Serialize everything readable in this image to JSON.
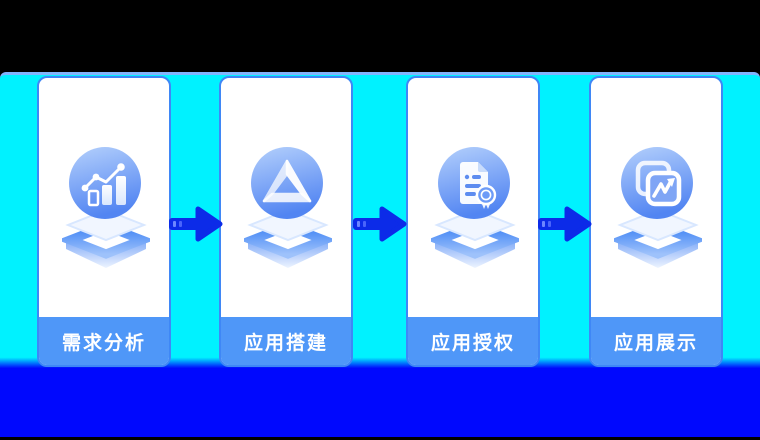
{
  "diagram_title": "",
  "steps": [
    {
      "label": "需求分析",
      "icon": "trend-chart-icon"
    },
    {
      "label": "应用搭建",
      "icon": "drive-triangle-icon"
    },
    {
      "label": "应用授权",
      "icon": "certificate-doc-icon"
    },
    {
      "label": "应用展示",
      "icon": "app-window-icon"
    }
  ],
  "arrow": {
    "direction": "right",
    "count": 3
  },
  "colors": {
    "canvas_black": "#000000",
    "band_cyan": "#00F2FF",
    "band_bottom_blue": "#0008FE",
    "band_top_line": "#82B4FC",
    "card_white": "#FFFFFF",
    "card_border_blue": "#3F87F6",
    "footer_blue": "#4F97F8",
    "label_text": "#FFFFFF",
    "arrow_blue": "#0C2BE8",
    "icon_circle_gradient_top": "#B4D0FC",
    "icon_circle_gradient_bottom": "#5285F2",
    "layer_chevron_blue": "#3F83F4",
    "layer_plate_light": "#F1F6FF"
  }
}
